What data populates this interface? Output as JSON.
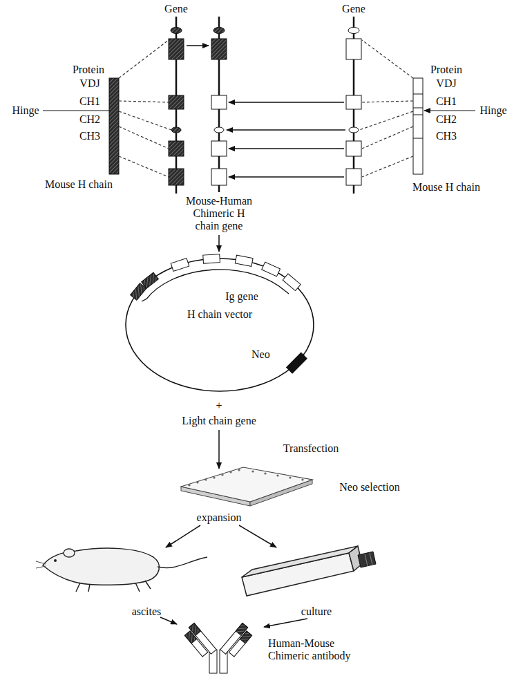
{
  "diagram": {
    "nodes": [
      {
        "text": [
          "Ig gene",
          "H chain vector",
          "Neo"
        ]
      }
    ],
    "labels": [
      "Gene",
      "Gene",
      "Protein",
      "Protein",
      "VDJ",
      "VDJ",
      "CH1",
      "Hinge",
      "CH1",
      "Hinge",
      "CH2",
      "CH2",
      "CH3",
      "CH3",
      "Mouse H chain",
      "Mouse H chain",
      "Mouse-Human Chimeric H chain gene",
      "+",
      "Light chain gene",
      "Transfection",
      "Neo selection",
      "expansion",
      "ascites",
      "culture",
      "Human-Mouse Chimeric antibody"
    ]
  }
}
